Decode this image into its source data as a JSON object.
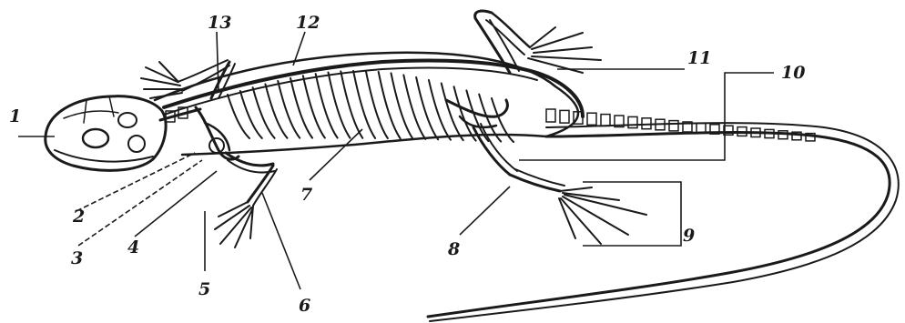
{
  "diagram": {
    "labels": {
      "l1": "1",
      "l2": "2",
      "l3": "3",
      "l4": "4",
      "l5": "5",
      "l6": "6",
      "l7": "7",
      "l8": "8",
      "l9": "9",
      "l10": "10",
      "l11": "11",
      "l12": "12",
      "l13": "13"
    },
    "colors": {
      "ink": "#1a1a1a",
      "background": "#ffffff"
    }
  }
}
